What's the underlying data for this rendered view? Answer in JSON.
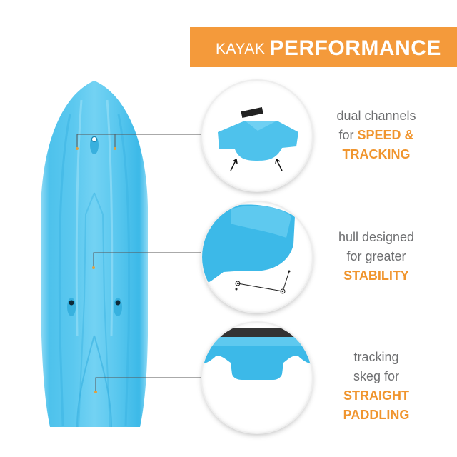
{
  "banner": {
    "prefix": "KAYAK",
    "title": "PERFORMANCE",
    "color": "#f49a3b"
  },
  "colors": {
    "kayak_blue": "#4fc3ec",
    "highlight_orange": "#f0952e",
    "caption_gray": "#6d6e70"
  },
  "features": [
    {
      "icon": "hull-channels-closeup",
      "line1": "dual channels",
      "line2_prefix": "for",
      "line2_highlight": "SPEED &",
      "line3_highlight": "TRACKING"
    },
    {
      "icon": "hull-stability-closeup",
      "line1": "hull designed",
      "line2": "for greater",
      "line3_highlight": "STABILITY"
    },
    {
      "icon": "tracking-skeg-closeup",
      "line1": "tracking",
      "line2": "skeg for",
      "line3_highlight": "STRAIGHT",
      "line4_highlight": "PADDLING"
    }
  ]
}
